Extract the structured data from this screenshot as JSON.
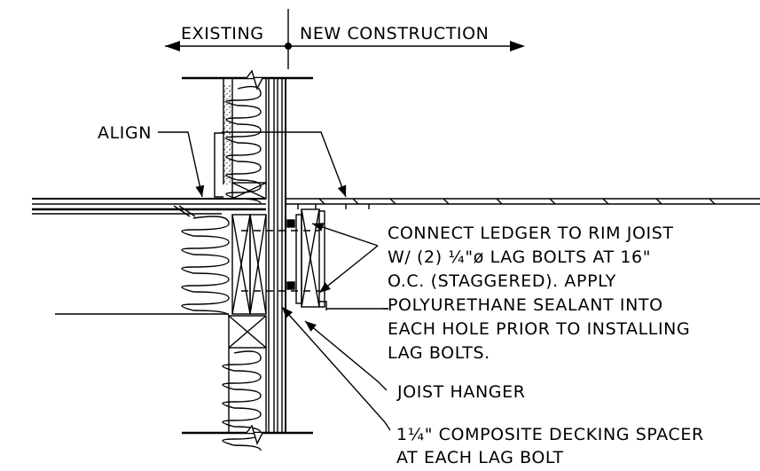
{
  "header": {
    "existing": "EXISTING",
    "new_construction": "NEW CONSTRUCTION"
  },
  "callouts": {
    "align": "ALIGN",
    "ledger_note": {
      "line1": "CONNECT LEDGER TO RIM JOIST",
      "line2": "W/ (2) ¼\"ø LAG BOLTS AT 16\"",
      "line3": "O.C. (STAGGERED). APPLY",
      "line4": "POLYURETHANE SEALANT INTO",
      "line5": "EACH HOLE PRIOR TO INSTALLING",
      "line6": "LAG BOLTS."
    },
    "joist_hanger": "JOIST HANGER",
    "spacer": {
      "line1": "1¼\" COMPOSITE DECKING SPACER",
      "line2": "AT EACH LAG BOLT"
    }
  },
  "colors": {
    "line": "#000000",
    "background": "#ffffff"
  }
}
